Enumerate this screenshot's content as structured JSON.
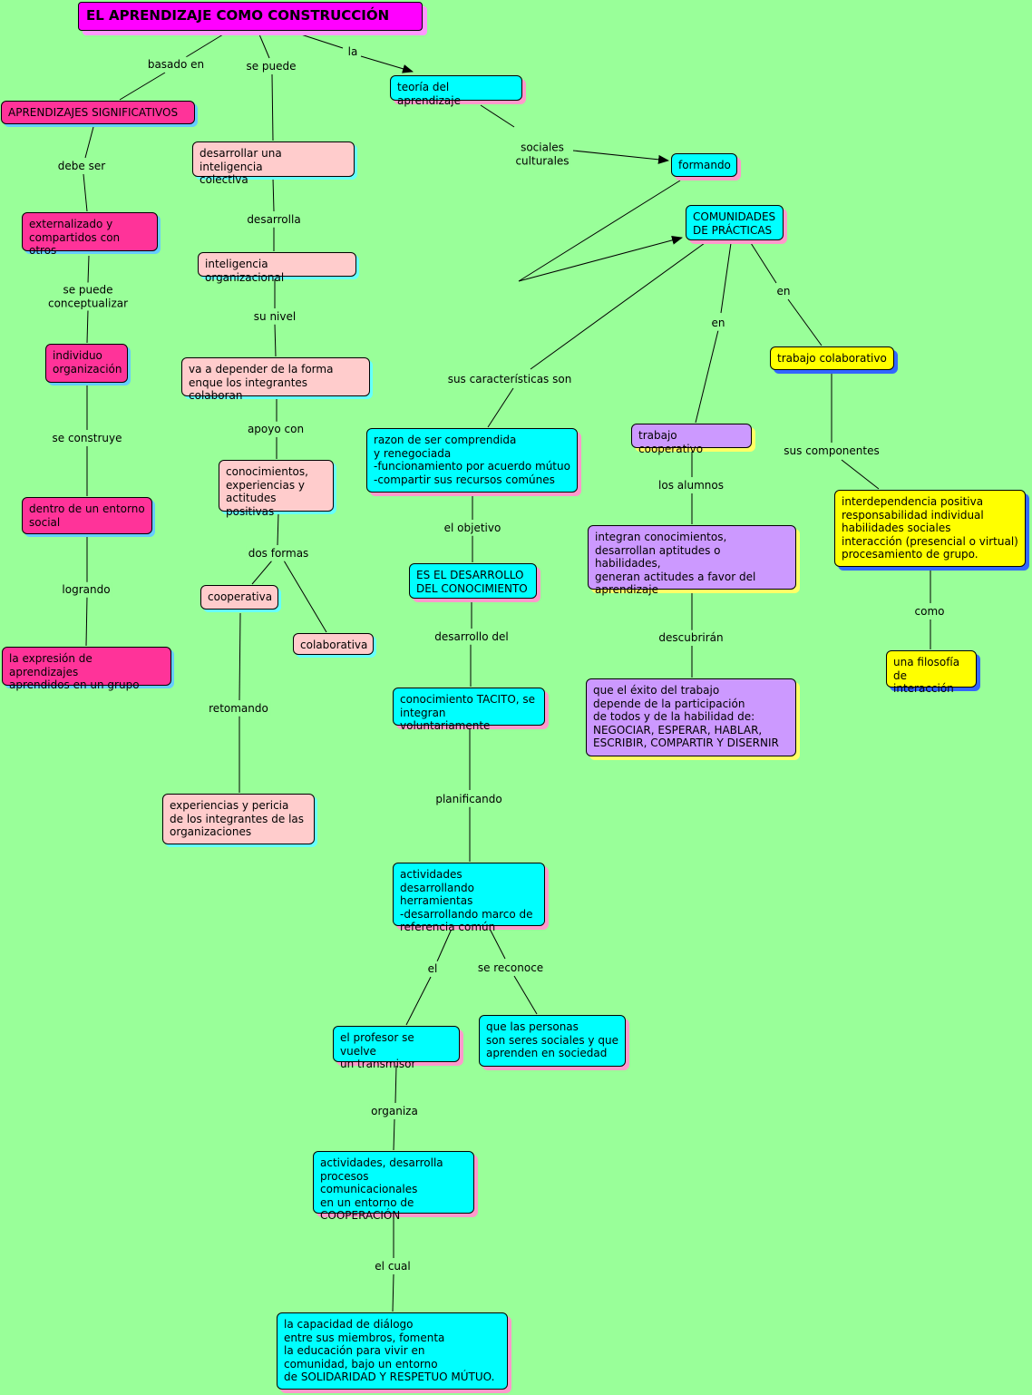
{
  "nodes": {
    "title": "EL APRENDIZAJE COMO CONSTRUCCIÓN",
    "aprendizajes_significativos": "APRENDIZAJES SIGNIFICATIVOS",
    "externalizado": "externalizado y\ncompartidos con otros",
    "individuo": "individuo\norganización",
    "entorno_social": "dentro de un entorno\nsocial",
    "expresion": "la expresión de aprendizajes\naprendidos en un grupo",
    "inteligencia_colectiva": "desarrollar una inteligencia\ncolectiva",
    "inteligencia_organizacional": "inteligencia organizacional",
    "depender": "va a depender de la forma\nenque los integrantes colaboran",
    "conocimientos": "conocimientos,\nexperiencias y\nactitudes positivas",
    "cooperativa": "cooperativa",
    "colaborativa": "colaborativa",
    "experiencias": "experiencias y pericia\nde los integrantes de las\norganizaciones",
    "teoria": "teoría del aprendizaje",
    "formando": "formando",
    "comunidades": "COMUNIDADES\nDE PRÁCTICAS",
    "razon": "razon de ser comprendida\ny renegociada\n-funcionamiento por acuerdo mútuo\n-compartir sus recursos comúnes",
    "desarrollo_conocimiento": "ES EL DESARROLLO\nDEL CONOCIMIENTO",
    "tacito": "conocimiento TACITO, se\nintegran voluntariamente",
    "actividades_herramientas": "actividades desarrollando\nherramientas\n-desarrollando marco de\nreferencia común",
    "profesor": "el profesor se vuelve\nun transmisor",
    "personas": "que las personas\nson seres sociales y que\naprenden en sociedad",
    "actividades_cooperacion": "actividades, desarrolla\nprocesos comunicacionales\nen un entorno de\nCOOPERACIÓN",
    "capacidad": "la capacidad de diálogo\nentre sus miembros, fomenta\nla educación para vivir en\ncomunidad, bajo un entorno\nde SOLIDARIDAD Y RESPETUO MÚTUO.",
    "trabajo_cooperativo": "trabajo cooperativo",
    "integran": "integran conocimientos,\ndesarrollan aptitudes o habilidades,\ngeneran actitudes a favor del\naprendizaje",
    "exito": "que el éxito del trabajo\ndepende de la participación\nde todos y de la habilidad de:\nNEGOCIAR, ESPERAR, HABLAR,\nESCRIBIR, COMPARTIR Y DISERNIR",
    "trabajo_colaborativo": "trabajo colaborativo",
    "interdependencia": "interdependencia positiva\nresponsabilidad individual\nhabilidades sociales\ninteracción (presencial o virtual)\nprocesamiento de grupo.",
    "filosofia": "una filosofía\nde interacción"
  },
  "links": {
    "basado_en": "basado en",
    "se_puede": "se puede",
    "la": "la",
    "debe_ser": "debe ser",
    "conceptualizar": "se puede\nconceptualizar",
    "se_construye": "se construye",
    "logrando": "logrando",
    "desarrolla": "desarrolla",
    "su_nivel": "su nivel",
    "apoyo_con": "apoyo con",
    "dos_formas": "dos formas",
    "retomando": "retomando",
    "sociales_culturales": "sociales\nculturales",
    "caracteristicas": "sus características son",
    "el_objetivo": "el objetivo",
    "desarrollo_del": "desarrollo del",
    "planificando": "planificando",
    "el": "el",
    "se_reconoce": "se reconoce",
    "organiza": "organiza",
    "el_cual": "el cual",
    "en_1": "en",
    "en_2": "en",
    "los_alumnos": "los alumnos",
    "descubriran": "descubrirán",
    "sus_componentes": "sus componentes",
    "como": "como"
  },
  "colors": {
    "background": "#99ff99",
    "title": "#ff00ff",
    "pink": "#ff3399",
    "peach": "#ffcccc",
    "cyan": "#00ffff",
    "purple": "#cc99ff",
    "yellow": "#ffff00"
  }
}
